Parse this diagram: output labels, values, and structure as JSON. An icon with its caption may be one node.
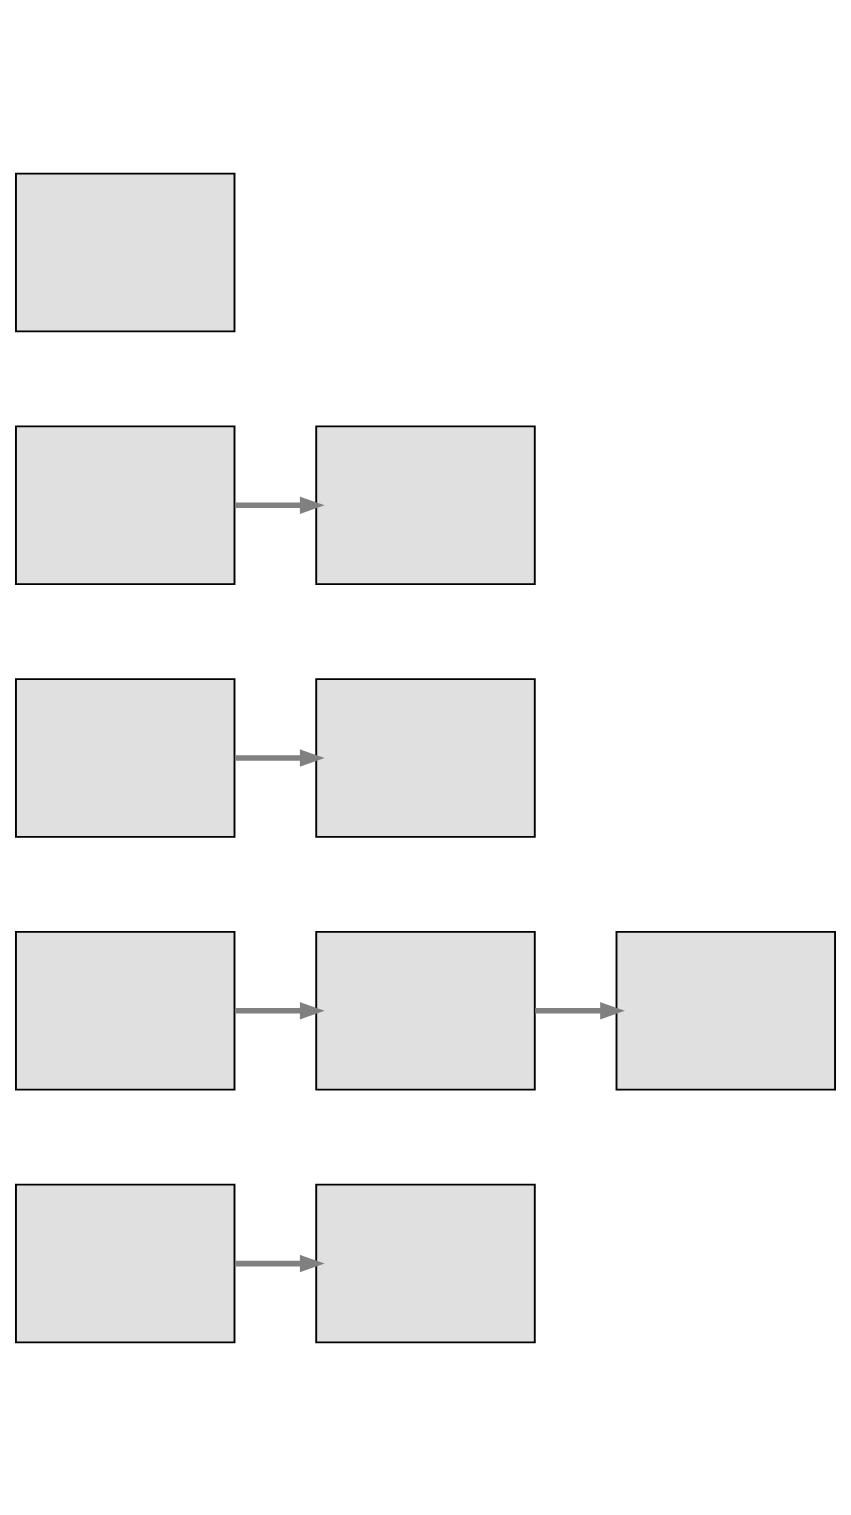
{
  "diagram": {
    "nodes": [
      {
        "text": [],
        "shape": "box"
      },
      {
        "text": [],
        "shape": "box"
      },
      {
        "text": [],
        "shape": "box"
      },
      {
        "text": [],
        "shape": "box"
      },
      {
        "text": [],
        "shape": "box"
      },
      {
        "text": [],
        "shape": "box"
      },
      {
        "text": [],
        "shape": "box"
      },
      {
        "text": [],
        "shape": "box"
      },
      {
        "text": [],
        "shape": "box"
      },
      {
        "text": [],
        "shape": "box"
      }
    ],
    "edges": [
      {
        "from": 1,
        "to": 2,
        "arrow": "to"
      },
      {
        "from": 3,
        "to": 4,
        "arrow": "to"
      },
      {
        "from": 5,
        "to": 6,
        "arrow": "to"
      },
      {
        "from": 6,
        "to": 7,
        "arrow": "to"
      },
      {
        "from": 8,
        "to": 9,
        "arrow": "to"
      }
    ]
  }
}
